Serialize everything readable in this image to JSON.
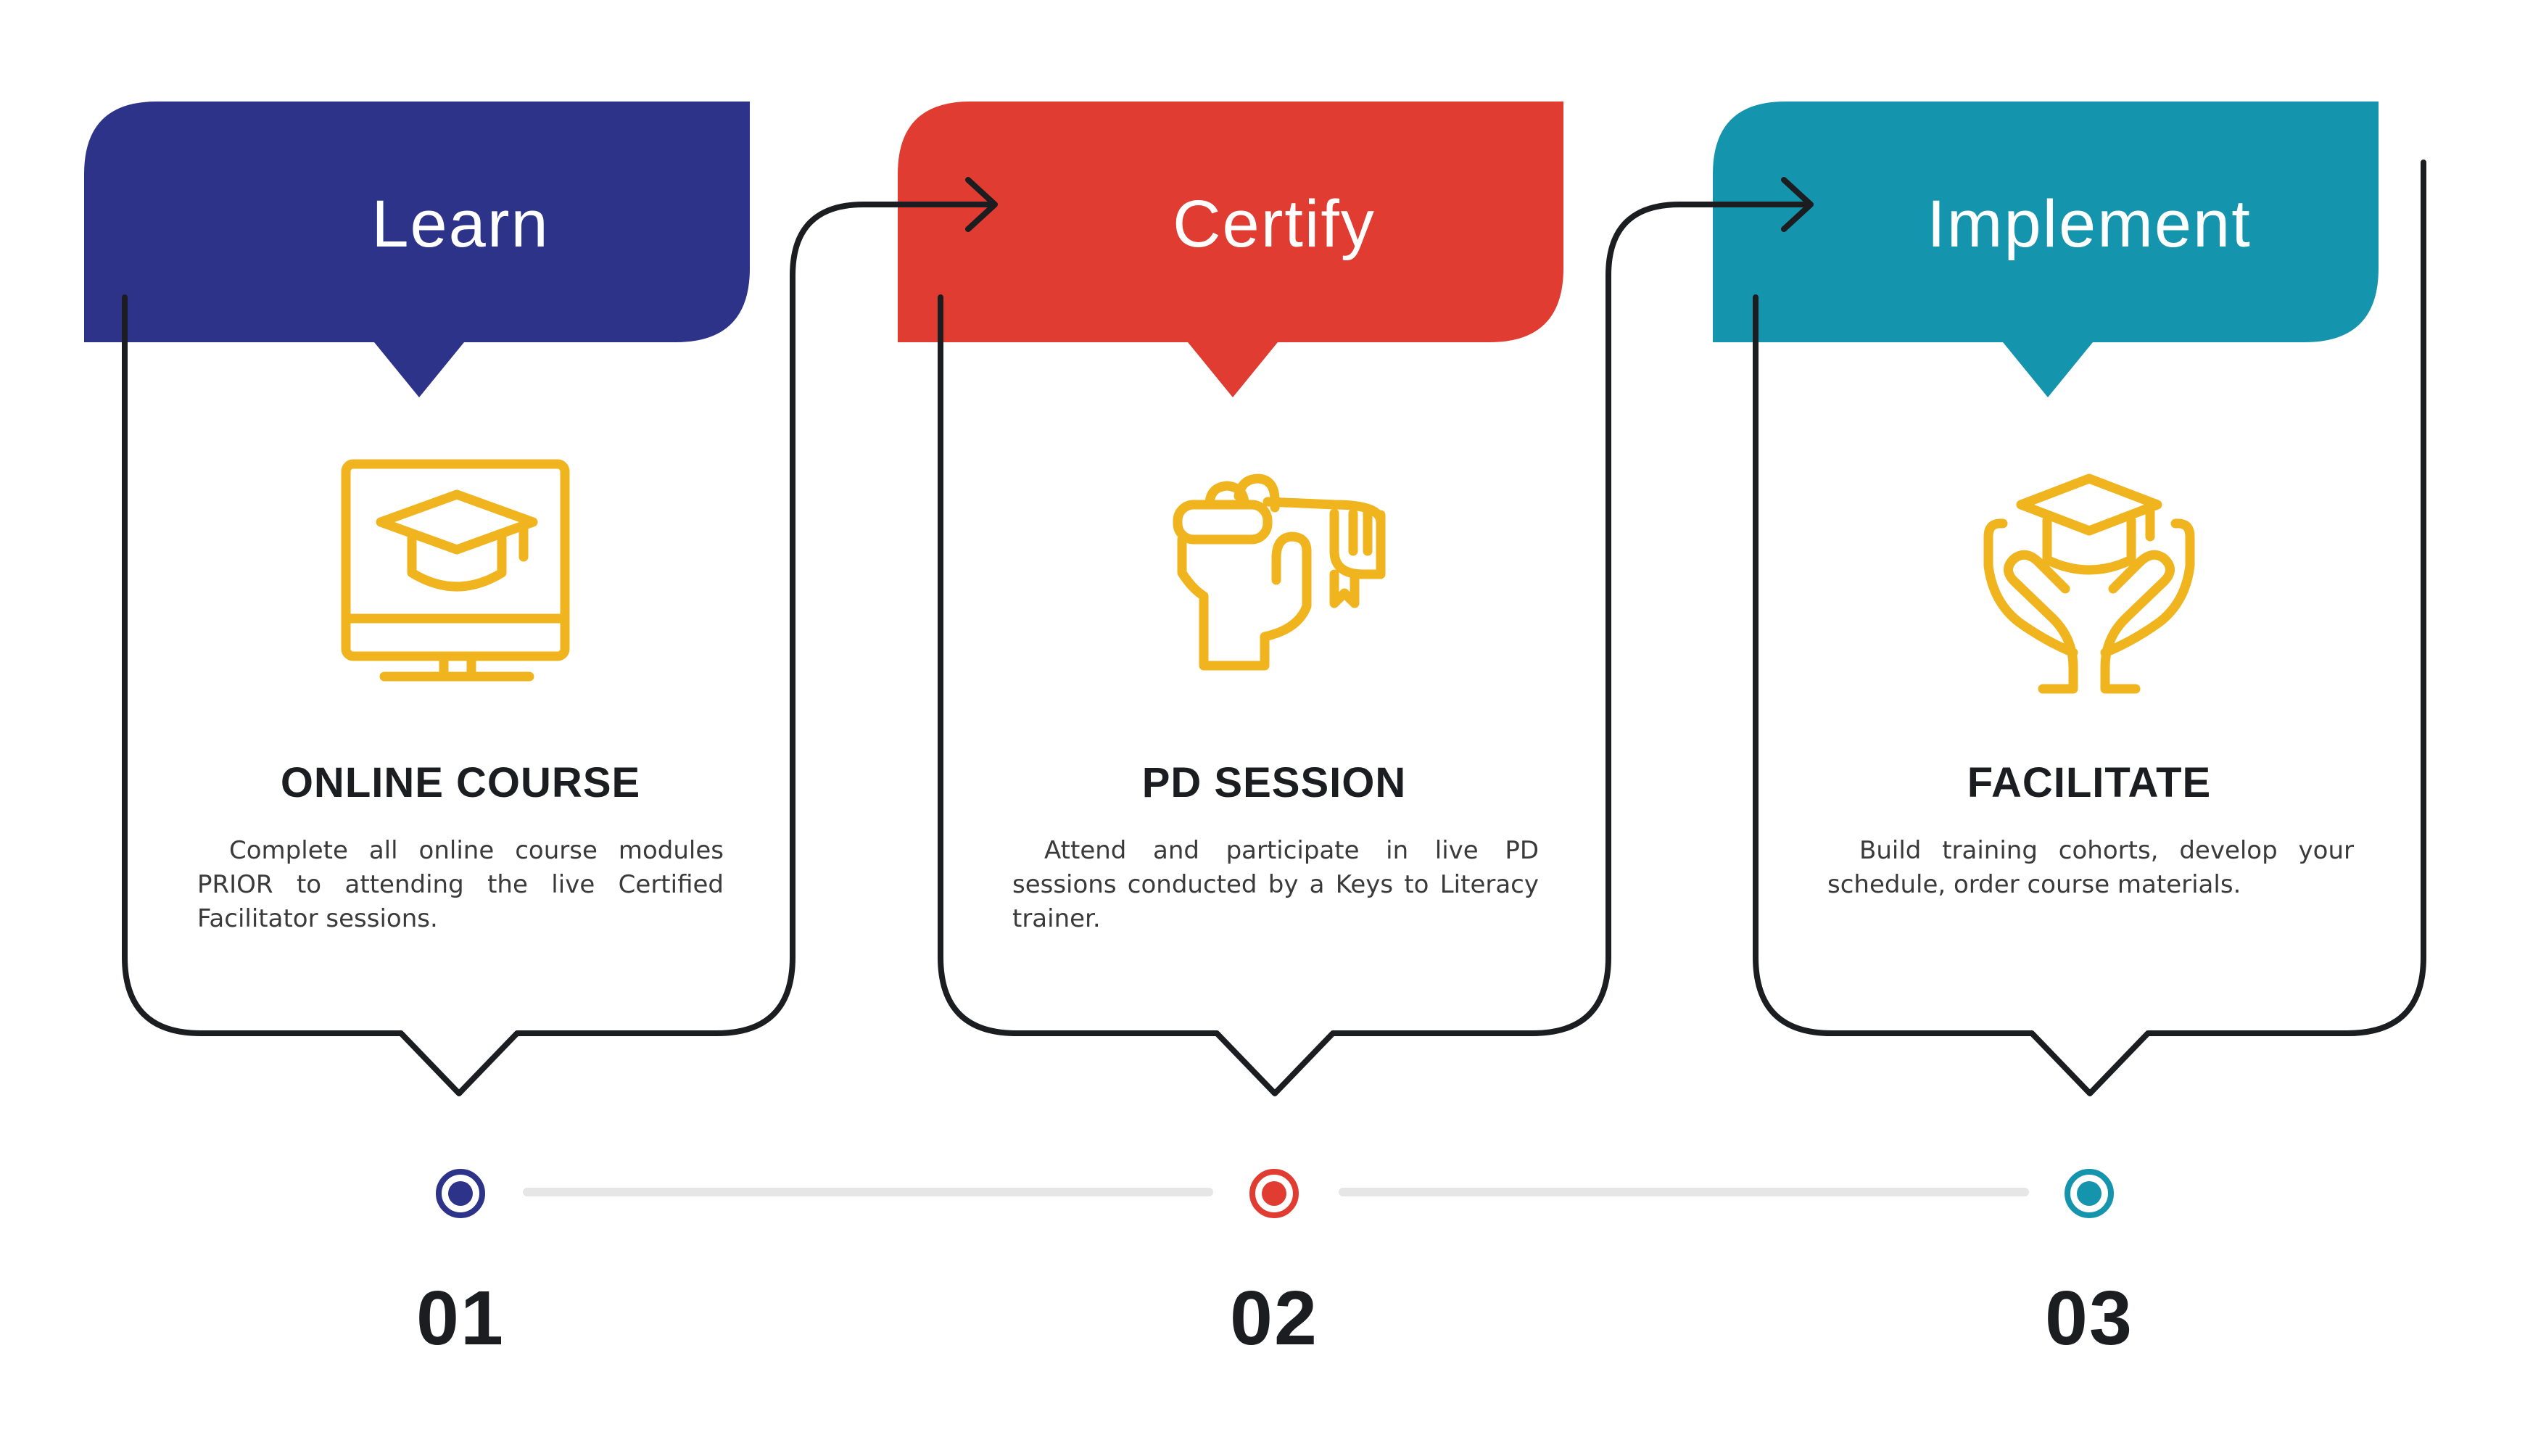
{
  "steps": [
    {
      "title": "Learn",
      "heading": "ONLINE COURSE",
      "description": "Complete all online course modules PRIOR to attending the live Certified Facilitator sessions.",
      "number": "01",
      "color": "#2d3388",
      "icon": "computer-graduation-cap-icon"
    },
    {
      "title": "Certify",
      "heading": "PD SESSION",
      "description": "Attend and participate in live PD sessions conducted by a Keys to Literacy trainer.",
      "number": "02",
      "color": "#e03c31",
      "icon": "hand-holding-diploma-icon"
    },
    {
      "title": "Implement",
      "heading": "FACILITATE",
      "description": "Build training cohorts, develop your schedule, order course materials.",
      "number": "03",
      "color": "#1595ad",
      "icon": "hands-graduation-cap-icon"
    }
  ],
  "colors": {
    "icon": "#f0b41f",
    "outline": "#1c1d21",
    "timeline_line": "#e6e6e6"
  }
}
